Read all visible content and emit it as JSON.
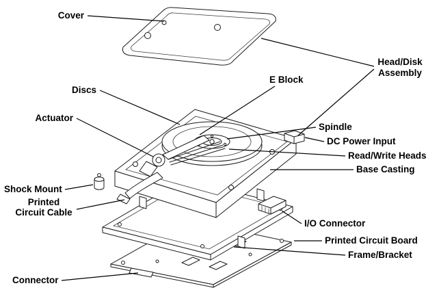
{
  "diagram": {
    "type": "exploded-view",
    "subject": "Hard disk drive assembly diagram",
    "colors": {
      "background": "#ffffff",
      "line": "#1a1a1a",
      "text": "#000000"
    },
    "labels": {
      "cover": "Cover",
      "head_disk_assembly": [
        "Head/Disk",
        "Assembly"
      ],
      "discs": "Discs",
      "e_block": "E Block",
      "actuator": "Actuator",
      "spindle": "Spindle",
      "dc_power_input": "DC Power Input",
      "read_write_heads": "Read/Write Heads",
      "base_casting": "Base Casting",
      "shock_mount": "Shock Mount",
      "printed_circuit_cable": [
        "Printed",
        "Circuit Cable"
      ],
      "io_connector": "I/O Connector",
      "printed_circuit_board": "Printed Circuit Board",
      "frame_bracket": "Frame/Bracket",
      "connector": "Connector"
    }
  }
}
